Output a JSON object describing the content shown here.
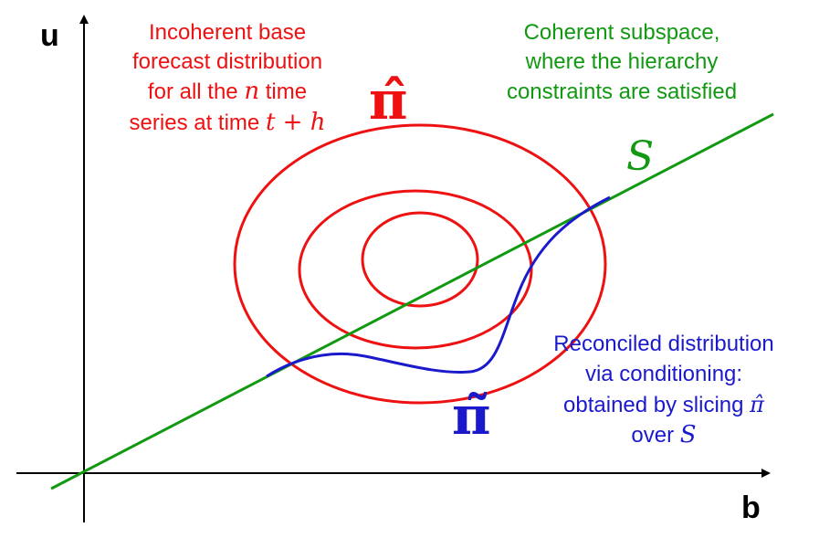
{
  "axes": {
    "x_label": "b",
    "y_label": "u"
  },
  "base_forecast": {
    "line1": "Incoherent base",
    "line2": "forecast distribution",
    "line3_pre": "for all the ",
    "line3_var": "n",
    "line3_post": " time",
    "line4_pre": "series at time ",
    "line4_expr": "t + h",
    "symbol": "π̂"
  },
  "coherent_subspace": {
    "line1": "Coherent subspace,",
    "line2": "where the hierarchy",
    "line3": "constraints are satisfied",
    "symbol": "S"
  },
  "reconciled": {
    "line1": "Reconciled distribution",
    "line2": "via conditioning:",
    "line3_pre": "obtained by slicing ",
    "line3_sym": "π̂",
    "line4_pre": "over ",
    "line4_sym": "S",
    "symbol": "π̃"
  },
  "colors": {
    "axes": "#000000",
    "base": "#ee1111",
    "coherent": "#119911",
    "reconciled": "#1a1acc"
  }
}
